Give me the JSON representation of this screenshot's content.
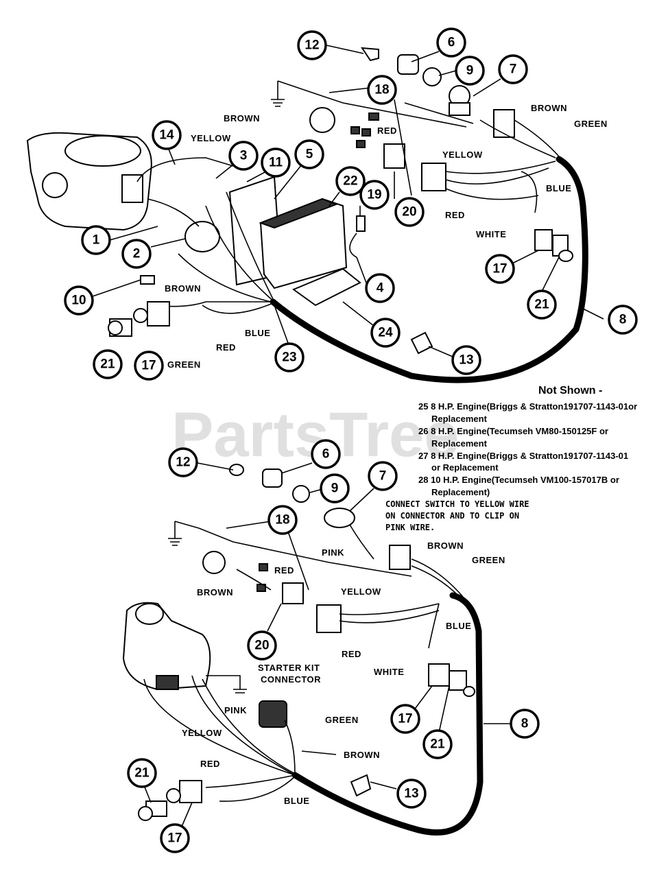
{
  "watermark": "PartsTree",
  "top_diagram": {
    "callouts": [
      "12",
      "6",
      "9",
      "7",
      "18",
      "14",
      "3",
      "11",
      "5",
      "22",
      "19",
      "20",
      "1",
      "2",
      "10",
      "4",
      "17",
      "21",
      "8",
      "24",
      "23",
      "21",
      "17",
      "13"
    ],
    "wire_labels": {
      "brown_a": "BROWN",
      "red_a": "RED",
      "yellow_a": "YELLOW",
      "brown_b": "BROWN",
      "green_b": "GREEN",
      "yellow_b": "YELLOW",
      "blue_b": "BLUE",
      "red_b": "RED",
      "white_b": "WHITE",
      "brown_c": "BROWN",
      "blue_c": "BLUE",
      "red_c": "RED",
      "green_c": "GREEN"
    }
  },
  "bottom_diagram": {
    "callouts": [
      "12",
      "6",
      "9",
      "7",
      "18",
      "20",
      "17",
      "21",
      "8",
      "21",
      "17",
      "13"
    ],
    "wire_labels": {
      "pink_a": "PINK",
      "brown_a": "BROWN",
      "green_a": "GREEN",
      "red_a": "RED",
      "brown_b": "BROWN",
      "yellow_a": "YELLOW",
      "blue_a": "BLUE",
      "red_b": "RED",
      "white_a": "WHITE",
      "starter_1": "STARTER KIT",
      "starter_2": "CONNECTOR",
      "pink_b": "PINK",
      "green_b": "GREEN",
      "yellow_b": "YELLOW",
      "brown_c": "BROWN",
      "red_c": "RED",
      "blue_b": "BLUE"
    },
    "note": [
      "CONNECT SWITCH TO YELLOW WIRE",
      "ON CONNECTOR AND TO CLIP ON",
      "PINK WIRE."
    ]
  },
  "not_shown": {
    "title": "Not Shown -",
    "lines": [
      "25 8 H.P. Engine(Briggs & Stratton191707-1143-01or",
      "Replacement",
      "26 8 H.P. Engine(Tecumseh VM80-150125F or",
      "Replacement",
      "27 8 H.P. Engine(Briggs & Stratton191707-1143-01",
      "or Replacement",
      "28 10 H.P. Engine(Tecumseh VM100-157017B or",
      "Replacement)"
    ]
  }
}
